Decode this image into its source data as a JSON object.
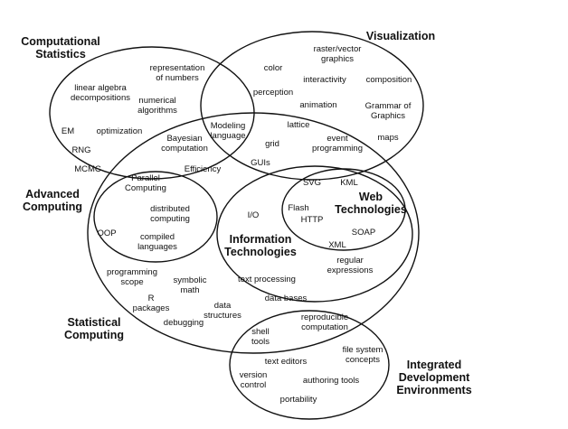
{
  "diagram": {
    "regions": [
      {
        "name": "computational-statistics",
        "title": [
          "Computational",
          "Statistics"
        ]
      },
      {
        "name": "visualization",
        "title": [
          "Visualization"
        ]
      },
      {
        "name": "advanced-computing",
        "title": [
          "Advanced",
          "Computing"
        ]
      },
      {
        "name": "web-technologies",
        "title": [
          "Web",
          "Technologies"
        ]
      },
      {
        "name": "information-technologies",
        "title": [
          "Information",
          "Technologies"
        ]
      },
      {
        "name": "statistical-computing",
        "title": [
          "Statistical",
          "Computing"
        ]
      },
      {
        "name": "integrated-development-environments",
        "title": [
          "Integrated",
          "Development",
          "Environments"
        ]
      }
    ],
    "terms": [
      {
        "name": "representation-of-numbers",
        "text": [
          "representation",
          "of numbers"
        ]
      },
      {
        "name": "linear-algebra-decompositions",
        "text": [
          "linear algebra",
          "decompositions"
        ]
      },
      {
        "name": "numerical-algorithms",
        "text": [
          "numerical",
          "algorithms"
        ]
      },
      {
        "name": "em",
        "text": [
          "EM"
        ]
      },
      {
        "name": "optimization",
        "text": [
          "optimization"
        ]
      },
      {
        "name": "rng",
        "text": [
          "RNG"
        ]
      },
      {
        "name": "mcmc",
        "text": [
          "MCMC"
        ]
      },
      {
        "name": "bayesian-computation",
        "text": [
          "Bayesian",
          "computation"
        ]
      },
      {
        "name": "modeling-language",
        "text": [
          "Modeling",
          "language"
        ]
      },
      {
        "name": "raster-vector-graphics",
        "text": [
          "raster/vector",
          "graphics"
        ]
      },
      {
        "name": "color",
        "text": [
          "color"
        ]
      },
      {
        "name": "interactivity",
        "text": [
          "interactivity"
        ]
      },
      {
        "name": "composition",
        "text": [
          "composition"
        ]
      },
      {
        "name": "perception",
        "text": [
          "perception"
        ]
      },
      {
        "name": "animation",
        "text": [
          "animation"
        ]
      },
      {
        "name": "grammar-of-graphics",
        "text": [
          "Grammar of",
          "Graphics"
        ]
      },
      {
        "name": "lattice",
        "text": [
          "lattice"
        ]
      },
      {
        "name": "maps",
        "text": [
          "maps"
        ]
      },
      {
        "name": "grid",
        "text": [
          "grid"
        ]
      },
      {
        "name": "event-programming",
        "text": [
          "event",
          "programming"
        ]
      },
      {
        "name": "guis",
        "text": [
          "GUIs"
        ]
      },
      {
        "name": "parallel-computing",
        "text": [
          "Parallel",
          "Computing"
        ]
      },
      {
        "name": "efficiency",
        "text": [
          "Efficiency"
        ]
      },
      {
        "name": "distributed-computing",
        "text": [
          "distributed",
          "computing"
        ]
      },
      {
        "name": "oop",
        "text": [
          "OOP"
        ]
      },
      {
        "name": "compiled-languages",
        "text": [
          "compiled",
          "languages"
        ]
      },
      {
        "name": "svg",
        "text": [
          "SVG"
        ]
      },
      {
        "name": "kml",
        "text": [
          "KML"
        ]
      },
      {
        "name": "io",
        "text": [
          "I/O"
        ]
      },
      {
        "name": "flash",
        "text": [
          "Flash"
        ]
      },
      {
        "name": "http",
        "text": [
          "HTTP"
        ]
      },
      {
        "name": "soap",
        "text": [
          "SOAP"
        ]
      },
      {
        "name": "xml",
        "text": [
          "XML"
        ]
      },
      {
        "name": "regular-expressions",
        "text": [
          "regular",
          "expressions"
        ]
      },
      {
        "name": "text-processing",
        "text": [
          "text processing"
        ]
      },
      {
        "name": "data-bases",
        "text": [
          "data bases"
        ]
      },
      {
        "name": "programming-scope",
        "text": [
          "programming",
          "scope"
        ]
      },
      {
        "name": "symbolic-math",
        "text": [
          "symbolic",
          "math"
        ]
      },
      {
        "name": "r-packages",
        "text": [
          "R",
          "packages"
        ]
      },
      {
        "name": "data-structures",
        "text": [
          "data",
          "structures"
        ]
      },
      {
        "name": "debugging",
        "text": [
          "debugging"
        ]
      },
      {
        "name": "shell-tools",
        "text": [
          "shell",
          "tools"
        ]
      },
      {
        "name": "reproducible-computation",
        "text": [
          "reproducible",
          "computation"
        ]
      },
      {
        "name": "file-system-concepts",
        "text": [
          "file system",
          "concepts"
        ]
      },
      {
        "name": "text-editors",
        "text": [
          "text editors"
        ]
      },
      {
        "name": "version-control",
        "text": [
          "version",
          "control"
        ]
      },
      {
        "name": "authoring-tools",
        "text": [
          "authoring tools"
        ]
      },
      {
        "name": "portability",
        "text": [
          "portability"
        ]
      }
    ]
  }
}
